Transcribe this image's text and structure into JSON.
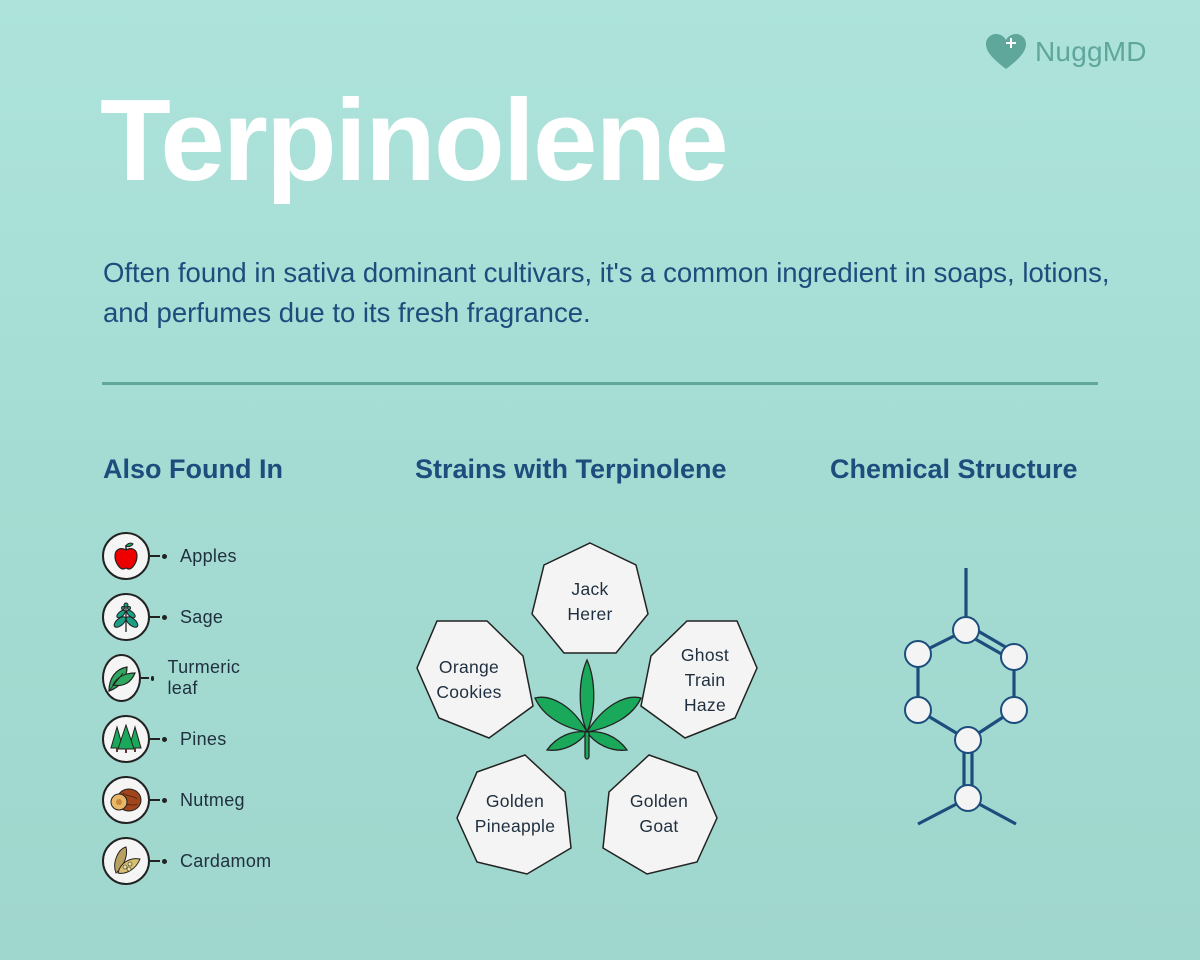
{
  "brand": {
    "name": "NuggMD",
    "icon": "heart-plus-icon",
    "color": "#5fa69b"
  },
  "title": "Terpinolene",
  "description": "Often found in sativa dominant cultivars, it's a common ingredient in soaps, lotions, and perfumes due to its fresh fragrance.",
  "colors": {
    "background": "#a6ddd4",
    "heading": "#1d4d7d",
    "divider": "#62a79b",
    "leaf": "#1aa85a",
    "structure": "#1d4d7d"
  },
  "sections": {
    "found_in": {
      "heading": "Also Found In",
      "items": [
        {
          "label": "Apples",
          "icon": "apple-icon"
        },
        {
          "label": "Sage",
          "icon": "sage-icon"
        },
        {
          "label": "Turmeric leaf",
          "icon": "turmeric-leaf-icon"
        },
        {
          "label": "Pines",
          "icon": "pine-trees-icon"
        },
        {
          "label": "Nutmeg",
          "icon": "nutmeg-icon"
        },
        {
          "label": "Cardamom",
          "icon": "cardamom-icon"
        }
      ]
    },
    "strains": {
      "heading": "Strains with Terpinolene",
      "center_icon": "cannabis-leaf-icon",
      "items": [
        {
          "label": "Jack\nHerer"
        },
        {
          "label": "Ghost\nTrain\nHaze"
        },
        {
          "label": "Golden\nGoat"
        },
        {
          "label": "Golden\nPineapple"
        },
        {
          "label": "Orange\nCookies"
        }
      ]
    },
    "structure": {
      "heading": "Chemical Structure",
      "icon": "terpinolene-molecule-icon"
    }
  }
}
